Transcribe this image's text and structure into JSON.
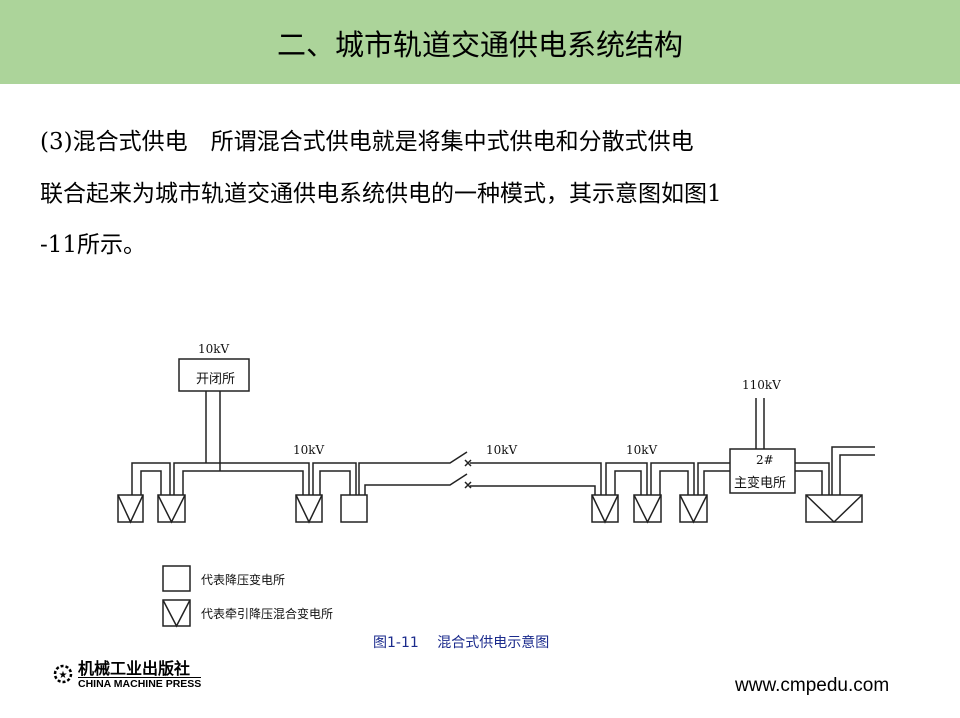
{
  "header": {
    "title": "二、城市轨道交通供电系统结构"
  },
  "body": {
    "lines": [
      "(3)混合式供电　所谓混合式供电就是将集中式供电和分散式供电",
      "联合起来为城市轨道交通供电系统供电的一种模式，其示意图如图1",
      "-11所示。"
    ]
  },
  "diagram": {
    "kv_top": "10kV",
    "switch_station": "开闭所",
    "kv_left": "10kV",
    "kv_mid": "10kV",
    "kv_right": "10kV",
    "kv_main": "110kV",
    "main_station_num": "2#",
    "main_station": "主变电所",
    "legend": [
      {
        "label": "代表降压变电所"
      },
      {
        "label": "代表牵引降压混合变电所"
      }
    ],
    "caption": "图1-11　 混合式供电示意图"
  },
  "footer": {
    "publisher_zh": "机械工业出版社",
    "publisher_en": "CHINA MACHINE PRESS",
    "url": "www.cmpedu.com"
  }
}
